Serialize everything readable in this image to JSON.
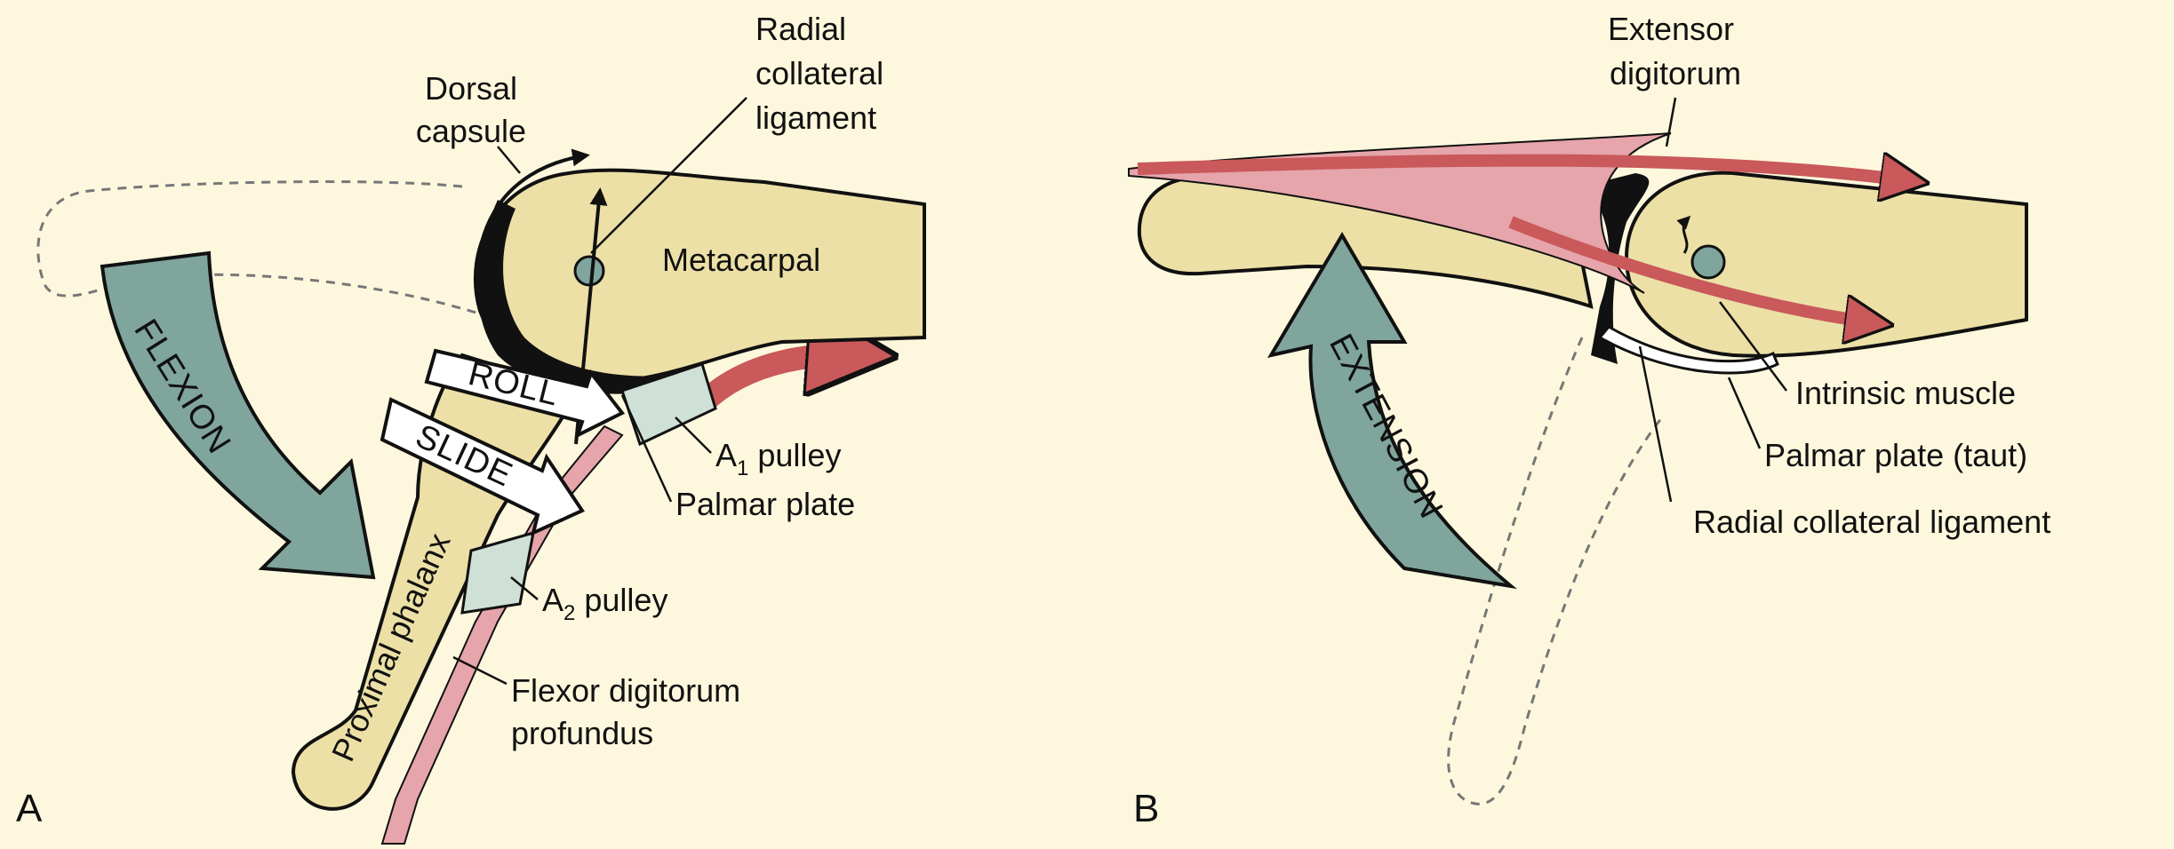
{
  "colors": {
    "background": "#fdf8dd",
    "bone": "#ece0a6",
    "teal_arrow": "#7fa59c",
    "tendon_red": "#c9595a",
    "muscle_pink": "#e6a4ab",
    "pulley": "#cfe0d6"
  },
  "panel_a": {
    "panel_label": "A",
    "labels": {
      "dorsal_capsule": [
        "Dorsal",
        "capsule"
      ],
      "radial_collateral_ligament": [
        "Radial",
        "collateral",
        "ligament"
      ],
      "metacarpal": "Metacarpal",
      "proximal_phalanx": "Proximal phalanx",
      "a1_pulley_letter": "A",
      "a1_pulley_sub": "1",
      "a1_pulley_rest": " pulley",
      "palmar_plate": "Palmar plate",
      "a2_pulley_letter": "A",
      "a2_pulley_sub": "2",
      "a2_pulley_rest": " pulley",
      "flexor_digitorum_profundus": [
        "Flexor digitorum",
        "profundus"
      ]
    },
    "arrows": {
      "flexion": "FLEXION",
      "roll": "ROLL",
      "slide": "SLIDE"
    }
  },
  "panel_b": {
    "panel_label": "B",
    "labels": {
      "extensor_digitorum": [
        "Extensor",
        "digitorum"
      ],
      "intrinsic_muscle": "Intrinsic muscle",
      "palmar_plate_taut": "Palmar plate (taut)",
      "radial_collateral_ligament": "Radial collateral ligament"
    },
    "arrows": {
      "extension": "EXTENSION"
    }
  }
}
